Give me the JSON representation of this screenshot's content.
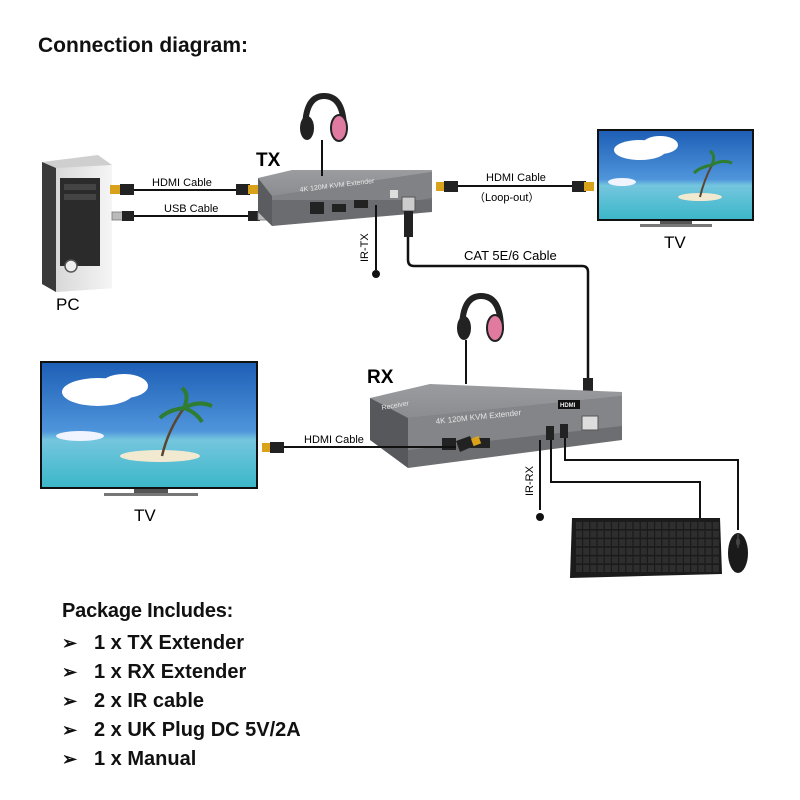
{
  "title": "Connection diagram:",
  "labels": {
    "pc": "PC",
    "tx": "TX",
    "rx": "RX",
    "tv_top": "TV",
    "tv_left": "TV",
    "hdmi_cable_pc": "HDMI Cable",
    "usb_cable": "USB Cable",
    "hdmi_cable_loop": "HDMI Cable",
    "loop_out": "（Loop-out）",
    "cat_cable": "CAT 5E/6 Cable",
    "hdmi_cable_rx": "HDMI Cable",
    "ir_tx": "IR-TX",
    "ir_rx": "IR-RX",
    "tx_device_text": "4K 120M KVM Extender",
    "rx_device_text": "4K 120M KVM Extender",
    "rx_receiver_text": "Receiver",
    "hdmi_logo": "HDMI"
  },
  "package": {
    "heading": "Package Includes:",
    "bullet": "➢",
    "items": [
      "1 x TX Extender",
      "1 x RX Extender",
      "2 x IR cable",
      "2 x UK Plug DC 5V/2A",
      "1 x Manual"
    ]
  },
  "colors": {
    "device_body": "#7d7f82",
    "device_front": "#5d5f62",
    "cable": "#111111",
    "headphone_pink": "#e07aa0",
    "sky": "#3a7cc8"
  }
}
